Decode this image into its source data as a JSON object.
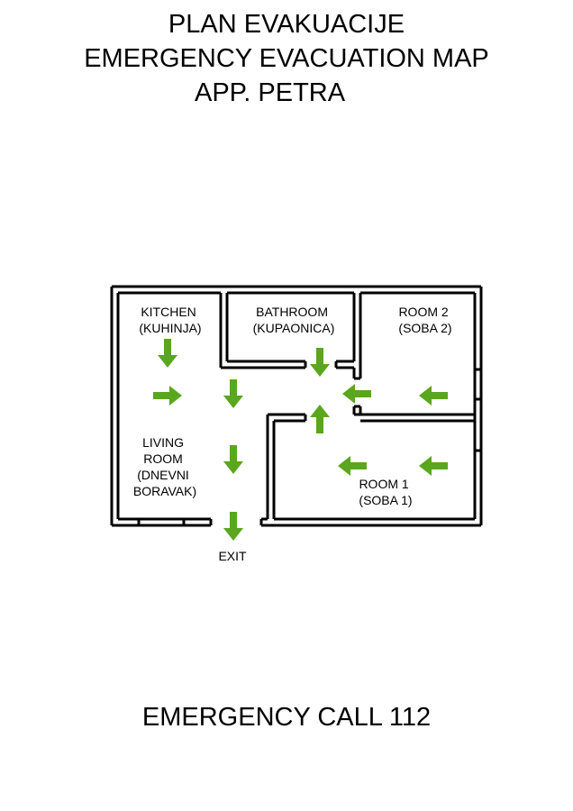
{
  "header": {
    "line1": "PLAN EVAKUACIJE",
    "line2": "EMERGENCY EVACUATION MAP",
    "line3": "APP. PETRA"
  },
  "rooms": {
    "kitchen": [
      "KITCHEN",
      "(KUHINJA)"
    ],
    "bathroom": [
      "BATHROOM",
      "(KUPAONICA)"
    ],
    "room2": [
      "ROOM 2",
      "(SOBA 2)"
    ],
    "living": [
      "LIVING",
      "ROOM",
      "(DNEVNI",
      "BORAVAK)"
    ],
    "room1": [
      "ROOM 1",
      "(SOBA 1)"
    ]
  },
  "exit_label": "EXIT",
  "footer": {
    "emergency_call": "EMERGENCY CALL 112"
  },
  "colors": {
    "arrow": "#5aa61e",
    "wall": "#000000"
  },
  "arrows": [
    {
      "name": "kitchen-down-arrow",
      "dir": "down"
    },
    {
      "name": "living-right-arrow",
      "dir": "right"
    },
    {
      "name": "corridor-down-arrow-upper",
      "dir": "down"
    },
    {
      "name": "corridor-down-arrow-lower",
      "dir": "down"
    },
    {
      "name": "exit-down-arrow",
      "dir": "down"
    },
    {
      "name": "bathroom-down-arrow",
      "dir": "down"
    },
    {
      "name": "hall-left-arrow",
      "dir": "left"
    },
    {
      "name": "hall-up-arrow",
      "dir": "up"
    },
    {
      "name": "room2-left-arrow",
      "dir": "left"
    },
    {
      "name": "room1-left-arrow-inner",
      "dir": "left"
    },
    {
      "name": "room1-left-arrow-outer",
      "dir": "left"
    }
  ]
}
